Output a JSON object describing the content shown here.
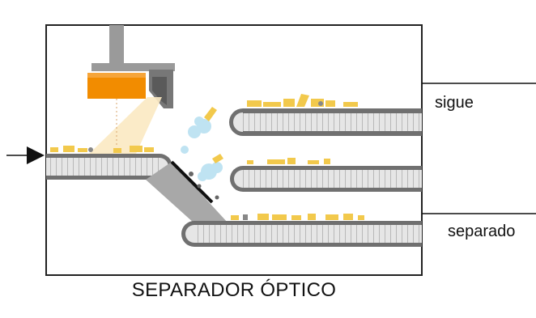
{
  "block": {
    "caption": "SEPARADOR ÓPTICO",
    "ports": {
      "output_top_label": "sigue",
      "output_bottom_label": "separado"
    }
  },
  "colors": {
    "belt": "#707070",
    "belt_fill": "#dcdcdc",
    "sensor_housing": "#f28c00",
    "light_beam": "#fbe9c2",
    "grain": "#f2c94c",
    "air_puff": "#bfe3f2",
    "deflector": "#111111"
  }
}
